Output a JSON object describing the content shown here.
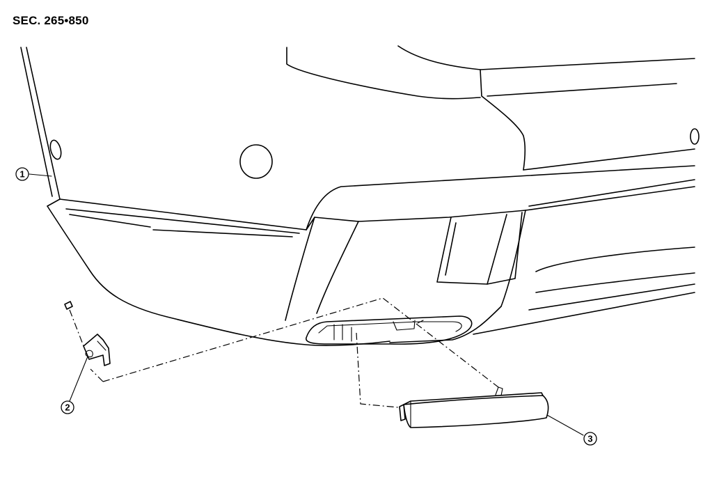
{
  "section_label": "SEC. 265•850",
  "callouts": [
    {
      "id": "1",
      "symbol": "①"
    },
    {
      "id": "2",
      "symbol": "②"
    },
    {
      "id": "3",
      "symbol": "③"
    }
  ]
}
